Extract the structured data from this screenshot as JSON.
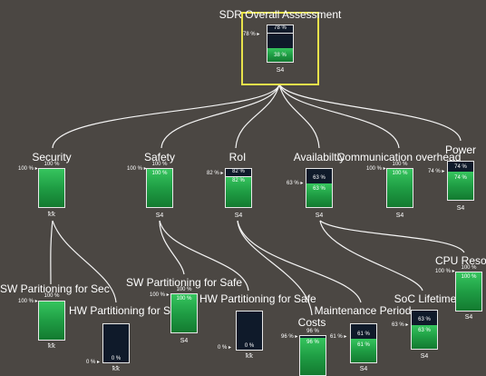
{
  "root": {
    "title": "SDR Overall Assessment",
    "value": "78 %",
    "top": "78 %",
    "mid": "38 %",
    "state": "S4"
  },
  "level1": {
    "security": {
      "label": "Security",
      "value": "100 %",
      "top": "100 %",
      "state": "ꝁꝁ"
    },
    "safety": {
      "label": "Safety",
      "value": "100 %",
      "top": "100 %",
      "mid": "100 %",
      "state": "S4"
    },
    "roi": {
      "label": "RoI",
      "value": "82 %",
      "top": "82 %",
      "mid": "82 %",
      "state": "S4"
    },
    "availability": {
      "label": "Availabiltiy",
      "value": "63 %",
      "top": "63 %",
      "mid": "63 %",
      "state": "S4"
    },
    "communication": {
      "label": "Communication overhead",
      "value": "100 %",
      "top": "100 %",
      "mid": "100 %",
      "state": "S4"
    },
    "power": {
      "label": "Power",
      "value": "74 %",
      "top": "74 %",
      "mid": "74 %",
      "state": "S4"
    }
  },
  "level2": {
    "sw_sec": {
      "label": "SW Paritioning for Sec",
      "value": "100 %",
      "top": "100 %",
      "state": "ꝁꝁ"
    },
    "hw_sec": {
      "label": "HW Partitioning for Sec",
      "value": "0 %",
      "mid": "0 %",
      "state": "ꝁꝁ"
    },
    "sw_safe": {
      "label": "SW Partitioning for Safe",
      "value": "100 %",
      "top": "100 %",
      "mid": "100 %",
      "state": "S4"
    },
    "hw_safe": {
      "label": "HW Partitioning for Safe",
      "value": "0 %",
      "mid": "0 %",
      "state": "ꝁꝁ"
    },
    "costs": {
      "label": "Costs",
      "value": "96 %",
      "top": "96 %",
      "mid": "96 %",
      "state": ""
    },
    "maintenance": {
      "label": "Maintenance Period",
      "value": "61 %",
      "top": "61 %",
      "mid": "61 %",
      "state": "S4"
    },
    "soc": {
      "label": "SoC Lifetime",
      "value": "63 %",
      "top": "63 %",
      "mid": "63 %",
      "state": "S4"
    },
    "cpu": {
      "label": "CPU Reso",
      "value": "100 %",
      "top": "100 %",
      "mid": "100 %",
      "state": "S4"
    }
  },
  "colors": {
    "background": "#4b4743",
    "fill": "#1f9d44",
    "empty": "#0f1a2a",
    "selection": "#e9e34b"
  },
  "levels": {
    "root": 0.38,
    "security": 1.0,
    "safety": 1.0,
    "roi": 0.82,
    "availability": 0.63,
    "communication": 1.0,
    "power": 0.74,
    "sw_sec": 1.0,
    "hw_sec": 0.0,
    "sw_safe": 1.0,
    "hw_safe": 0.0,
    "costs": 0.96,
    "maintenance": 0.61,
    "soc": 0.63,
    "cpu": 1.0
  }
}
